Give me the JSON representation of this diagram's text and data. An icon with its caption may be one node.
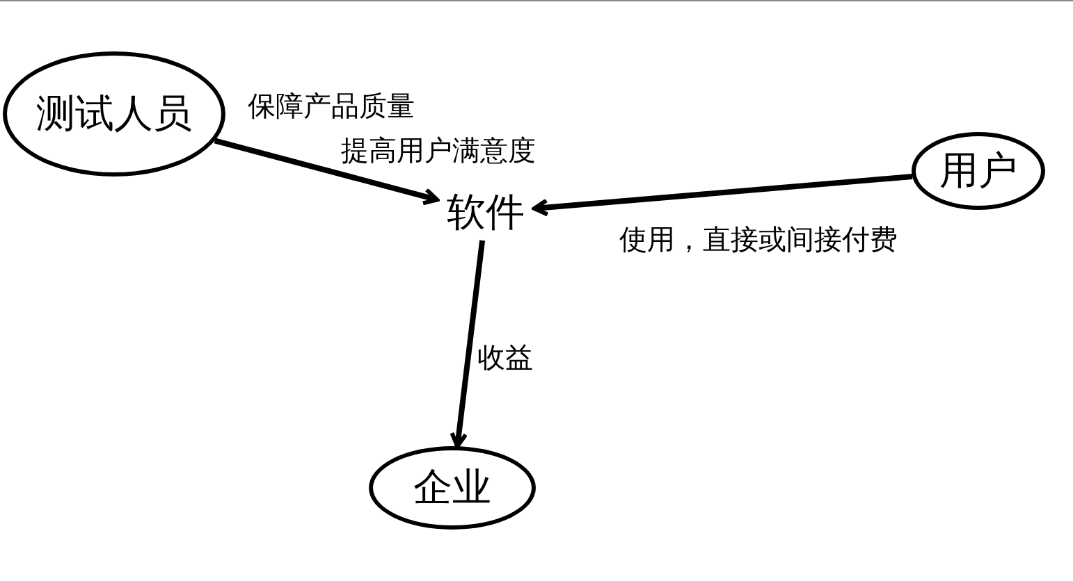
{
  "diagram": {
    "nodes": [
      {
        "text": [
          "测试人员"
        ]
      },
      {
        "text": [
          "软件"
        ]
      },
      {
        "text": [
          "用户"
        ]
      },
      {
        "text": [
          "企业"
        ]
      }
    ],
    "edges": [
      {
        "from": 0,
        "to": 1,
        "arrow": "to",
        "label": "保障产品质量"
      },
      {
        "from": 2,
        "to": 1,
        "arrow": "to",
        "label": "使用，直接或间接付费"
      },
      {
        "from": 1,
        "to": 3,
        "arrow": "to",
        "label": "收益"
      }
    ],
    "labels": [
      "提高用户满意度"
    ]
  }
}
